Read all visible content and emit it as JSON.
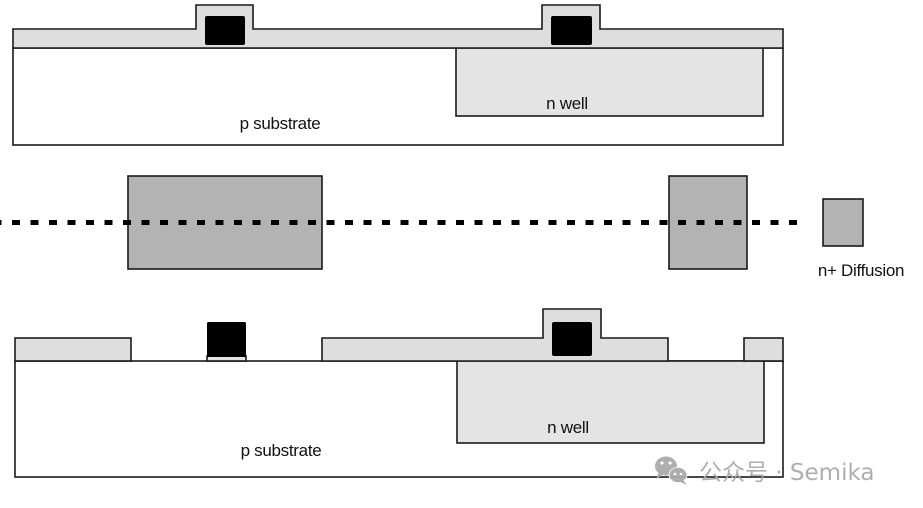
{
  "colors": {
    "background": "#ffffff",
    "oxide": "#dedede",
    "n_well": "#e4e4e4",
    "diffusion": "#b3b3b3",
    "gate": "#000000",
    "substrate": "#ffffff",
    "outline": "#1a1a1a",
    "watermark": "#ababab"
  },
  "top_cross_section": {
    "substrate_label": "p substrate",
    "well_label": "n well"
  },
  "mask_view": {
    "legend": {
      "label": "n+ Diffusion"
    }
  },
  "bottom_cross_section": {
    "substrate_label": "p substrate",
    "well_label": "n well"
  },
  "watermark": {
    "icon": "wechat-icon",
    "text": "公众号 · Semika"
  }
}
